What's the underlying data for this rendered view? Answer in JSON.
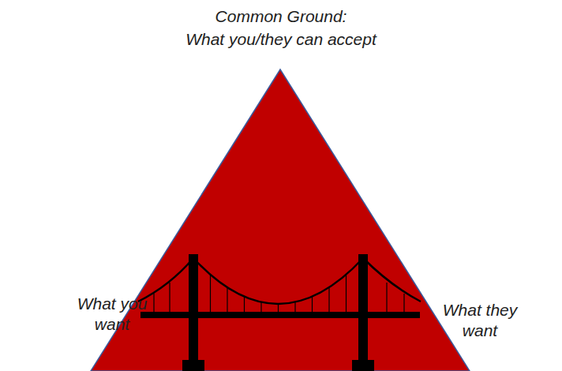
{
  "diagram": {
    "labels": [
      "Common Ground:",
      "What you/they can accept",
      "What you want",
      "What they want"
    ]
  }
}
